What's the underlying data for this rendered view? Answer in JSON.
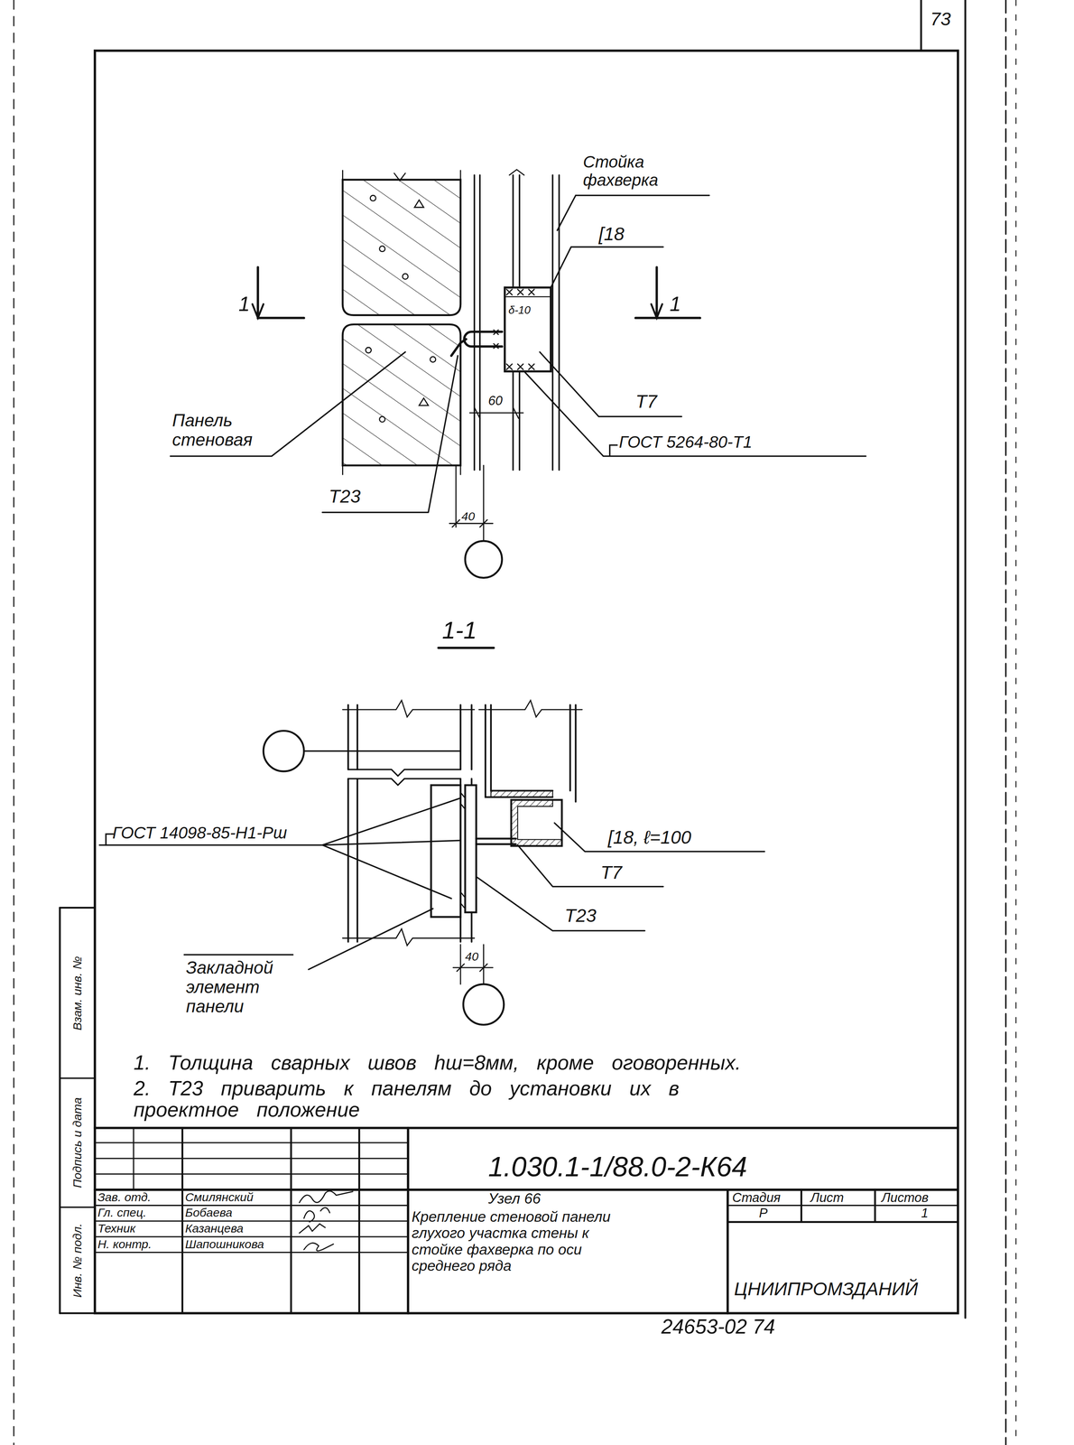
{
  "diagram": {
    "labels": [
      "73",
      "Стойка фахверка",
      "[18",
      "1",
      "1",
      "δ-10",
      "Т7",
      "ГОСТ 5264-80-Т1",
      "60",
      "Панель стеновая",
      "Т23",
      "40",
      "1-1",
      "ГОСТ 14098-85-Н1-Рш",
      "[18, ℓ=100",
      "Т7",
      "Т23",
      "Закладной элемент панели",
      "40",
      "1. Толщина сварных швов hш=8мм, кроме оговоренных.",
      "2. Т23 приварить к панелям до установки их в проектное положение",
      "1.030.1-1/88.0-2-К64",
      "Узел 66",
      "Крепление стеновой панели глухого участка стены к стойке фахверка по оси среднего ряда",
      "Стадия",
      "Лист",
      "Листов",
      "Р",
      "1",
      "ЦНИИПРОМЗДАНИЙ",
      "Зав. отд.",
      "Смилянский",
      "Гл. спец.",
      "Бобаева",
      "Техник",
      "Казанцева",
      "Н. контр.",
      "Шапошникова",
      "24653-02 74",
      "Инв. № подл.",
      "Подпись и дата",
      "Взам. инв. №"
    ]
  }
}
